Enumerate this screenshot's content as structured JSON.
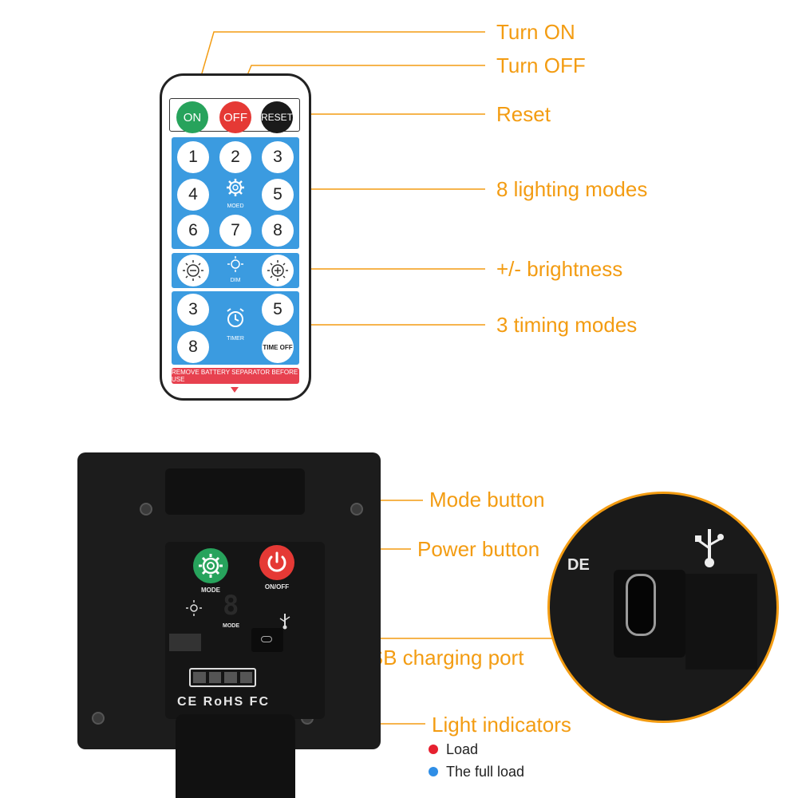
{
  "callouts": {
    "turn_on": "Turn ON",
    "turn_off": "Turn OFF",
    "reset": "Reset",
    "lighting_modes": "8 lighting modes",
    "brightness": "+/- brightness",
    "timing_modes": "3 timing modes",
    "mode_button": "Mode button",
    "power_button": "Power button",
    "usb_port": "USB charging port",
    "light_indicators": "Light indicators"
  },
  "legend": [
    {
      "label": "Load",
      "color": "#e6202f"
    },
    {
      "label": "The full load",
      "color": "#2f8ee6"
    }
  ],
  "remote": {
    "on": "ON",
    "off": "OFF",
    "reset": "RESET",
    "mode_keys": [
      "1",
      "2",
      "3",
      "4",
      "5",
      "6",
      "7",
      "8"
    ],
    "mode_label": "MOED",
    "dim_label": "DIM",
    "timer_keys": [
      "3",
      "5",
      "8"
    ],
    "timer_label": "TIMER",
    "time_off": "TIME OFF",
    "warning": "REMOVE BATTERY SEPARATOR BEFORE USE"
  },
  "device": {
    "mode_label": "MODE",
    "onoff_label": "ON/OFF",
    "digit": "8",
    "digit_label": "MODE",
    "cert": "CE RoHS FC"
  },
  "zoom": {
    "partial_text": "DE"
  },
  "colors": {
    "accent": "#f39c12",
    "on_green": "#27a35c",
    "off_red": "#e53935",
    "panel_blue": "#3b9be0"
  },
  "icons": [
    "gear-icon",
    "sun-icon",
    "sun-minus-icon",
    "sun-plus-icon",
    "alarm-clock-icon",
    "power-icon",
    "usb-icon",
    "battery-icon",
    "usb-c-port-icon"
  ]
}
